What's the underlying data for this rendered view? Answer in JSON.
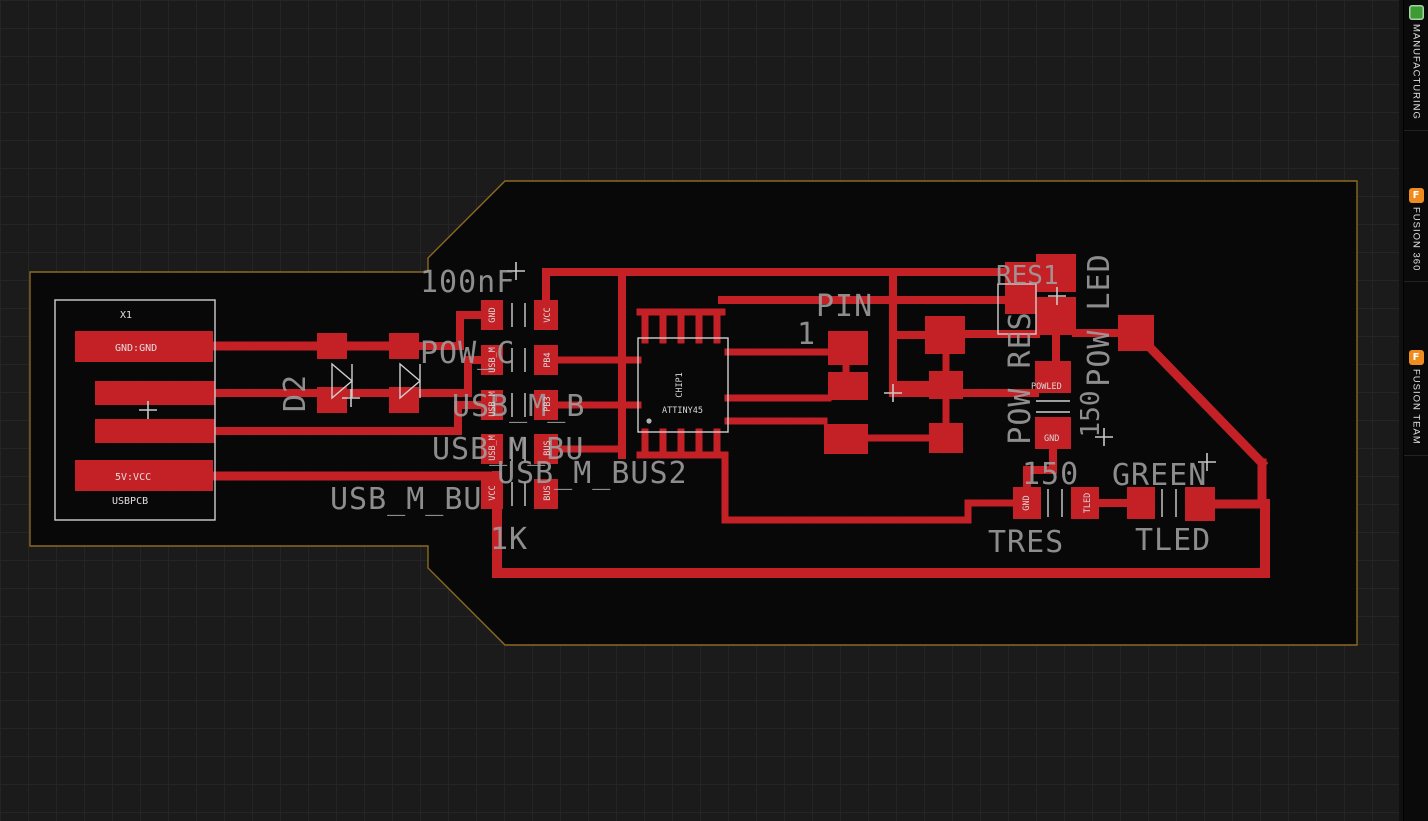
{
  "sidebar": {
    "tabs": [
      {
        "label": "MANUFACTURING",
        "glyph": ""
      },
      {
        "label": "FUSION 360",
        "glyph": "F"
      },
      {
        "label": "FUSION TEAM",
        "glyph": "F"
      }
    ]
  },
  "colors": {
    "copper": "#c42127",
    "board_outline": "#8a6a20",
    "board_fill": "#060606",
    "canvas_bg": "#1b1b1b",
    "grid_line": "#252525",
    "silkscreen_large": "#a0a0a0",
    "silkscreen_small": "#d8d8d8",
    "manufacturing_icon_green": "#3d9b35",
    "fusion_icon_orange": "#f08c1e"
  },
  "board_labels": {
    "cap_value": "100nF",
    "cap_name": "POW_C",
    "net_row1": "USB_M_B",
    "net_row2": "USB_M_BU",
    "net_row3": "USB_M_BUS2",
    "net_row4": "USB_M_BU",
    "res_value": "1K",
    "diode_name": "D2",
    "pin_text": "PIN",
    "pin_number": "1",
    "res_top_name": "RES1",
    "pow_res_name": "POW RES",
    "pow_res_value": "150",
    "pow_led_name": "POW LED",
    "tres_value": "150",
    "tres_name": "TRES",
    "tled_value": "GREEN",
    "tled_name": "TLED"
  },
  "connector": {
    "ref": "X1",
    "part_name": "USBPCB",
    "pad_top": "GND:GND",
    "pad_bottom": "5V:VCC"
  },
  "ic": {
    "name": "CHIP1",
    "value": "ATTINY45"
  },
  "passives": {
    "left_pins": [
      "GND",
      "USB_M",
      "USB_M",
      "USB_M",
      "VCC"
    ],
    "right_pins": [
      "VCC",
      "PB4",
      "PB3",
      "BUS",
      "BUS"
    ]
  },
  "led_res": {
    "powled_label": "POWLED",
    "powled_gnd": "GND",
    "tres_pin_left": "GND",
    "tres_pin_right": "TLED"
  }
}
